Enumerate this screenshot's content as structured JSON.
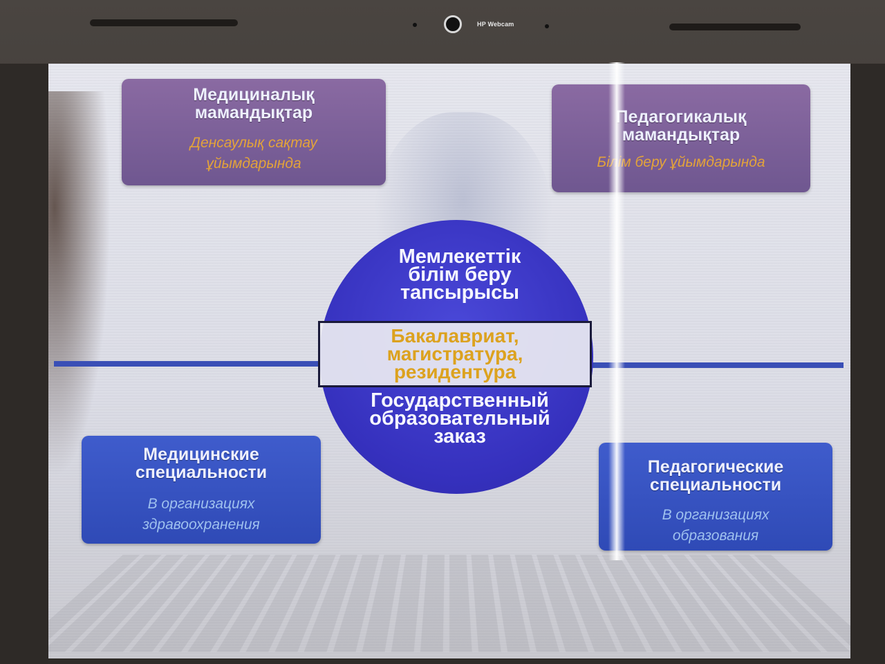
{
  "device": {
    "webcam_label": "HP Webcam"
  },
  "slide": {
    "top_left": {
      "title_line1": "Медициналық",
      "title_line2": "мамандықтар",
      "subtitle_line1": "Денсаулық сақтау",
      "subtitle_line2": "ұйымдарында"
    },
    "top_right": {
      "title_line1": "Педагогикалық",
      "title_line2": "мамандықтар",
      "subtitle_line1": "Білім беру ұйымдарында"
    },
    "circle": {
      "top_line1": "Мемлекеттік",
      "top_line2": "білім беру",
      "top_line3": "тапсырысы",
      "center_line1": "Бакалавриат,",
      "center_line2": "магистратура,",
      "center_line3": "резидентура",
      "bottom_line1": "Государственный",
      "bottom_line2": "образовательный",
      "bottom_line3": "заказ"
    },
    "bottom_left": {
      "title_line1": "Медицинские",
      "title_line2": "специальности",
      "subtitle_line1": "В организациях",
      "subtitle_line2": "здравоохранения"
    },
    "bottom_right": {
      "title_line1": "Педагогические",
      "title_line2": "специальности",
      "subtitle_line1": "В организациях",
      "subtitle_line2": "образования"
    }
  },
  "colors": {
    "purple_card": "#7a5f98",
    "blue_card": "#3552c2",
    "circle": "#3a36c6",
    "accent_text": "#dca21f",
    "connector_line": "#3a4fb6"
  }
}
